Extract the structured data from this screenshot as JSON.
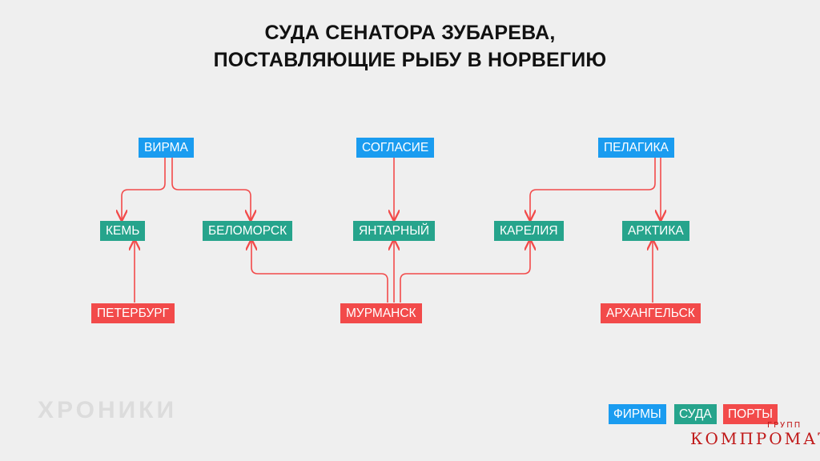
{
  "title": {
    "line1": "СУДА СЕНАТОРА ЗУБАРЕВА,",
    "line2": "ПОСТАВЛЯЮЩИЕ РЫБУ В НОРВЕГИЮ"
  },
  "nodes": {
    "firms": {
      "virma": "ВИРМА",
      "soglasie": "СОГЛАСИЕ",
      "pelagika": "ПЕЛАГИКА"
    },
    "ships": {
      "kem": "КЕМЬ",
      "belomorsk": "БЕЛОМОРСК",
      "yantarny": "ЯНТАРНЫЙ",
      "kareliya": "КАРЕЛИЯ",
      "arktika": "АРКТИКА"
    },
    "ports": {
      "peterburg": "ПЕТЕРБУРГ",
      "murmansk": "МУРМАНСК",
      "arkhangelsk": "АРХАНГЕЛЬСК"
    }
  },
  "edges": [
    {
      "from": "ВИРМА",
      "to": "КЕМЬ"
    },
    {
      "from": "ВИРМА",
      "to": "БЕЛОМОРСК"
    },
    {
      "from": "СОГЛАСИЕ",
      "to": "ЯНТАРНЫЙ"
    },
    {
      "from": "ПЕЛАГИКА",
      "to": "КАРЕЛИЯ"
    },
    {
      "from": "ПЕЛАГИКА",
      "to": "АРКТИКА"
    },
    {
      "from": "ПЕТЕРБУРГ",
      "to": "КЕМЬ"
    },
    {
      "from": "МУРМАНСК",
      "to": "БЕЛОМОРСК"
    },
    {
      "from": "МУРМАНСК",
      "to": "ЯНТАРНЫЙ"
    },
    {
      "from": "МУРМАНСК",
      "to": "КАРЕЛИЯ"
    },
    {
      "from": "АРХАНГЕЛЬСК",
      "to": "АРКТИКА"
    }
  ],
  "legend": {
    "firms": "ФИРМЫ",
    "ships": "СУДА",
    "ports": "ПОРТЫ"
  },
  "branding": {
    "logo": "ХРОНИКИ",
    "watermark": "КОМПРОМАТ",
    "watermark_small": "ГРУПП"
  },
  "colors": {
    "firm": "#1a9cf0",
    "ship": "#26a48c",
    "port": "#f24a4a",
    "background": "#efefef"
  }
}
